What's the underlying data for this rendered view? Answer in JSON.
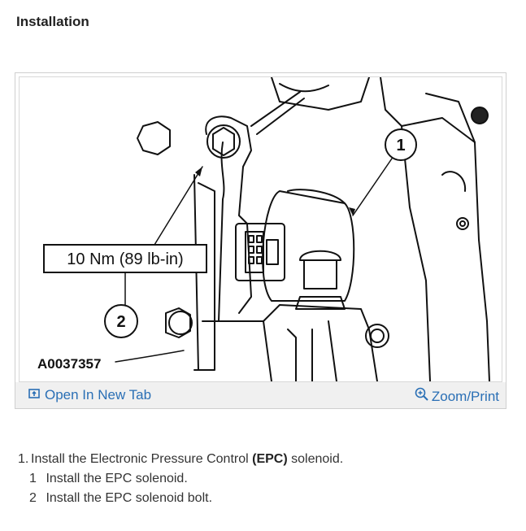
{
  "title": "Installation",
  "figure": {
    "callout_1": "1",
    "callout_2": "2",
    "torque_label": "10 Nm (89 lb-in)",
    "figure_id": "A0037357"
  },
  "toolbar": {
    "open_new_tab": "Open In New Tab",
    "zoom_print": "Zoom/Print"
  },
  "steps": {
    "main": {
      "number": "1.",
      "text_before": "Install the Electronic Pressure Control ",
      "bold": "(EPC)",
      "text_after": " solenoid."
    },
    "sub": [
      {
        "number": "1",
        "text": "Install the EPC solenoid."
      },
      {
        "number": "2",
        "text": "Install the EPC solenoid bolt."
      }
    ]
  }
}
